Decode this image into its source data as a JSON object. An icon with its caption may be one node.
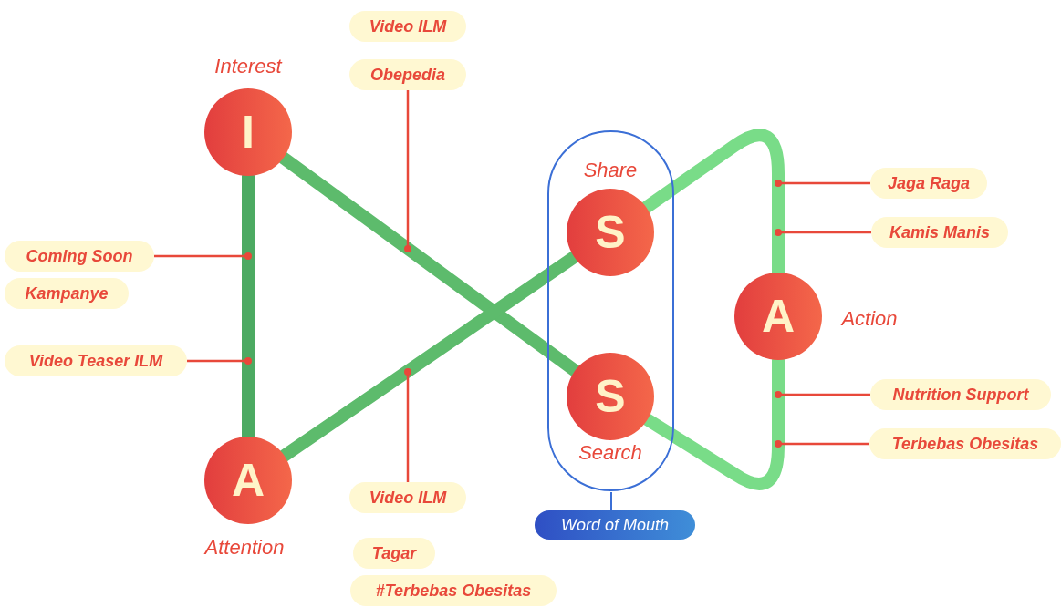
{
  "diagram": {
    "nodes": [
      {
        "text": [
          "I"
        ],
        "beside": [
          "Interest"
        ]
      },
      {
        "text": [
          "A"
        ],
        "beside": [
          "Attention"
        ]
      },
      {
        "text": [
          "Word of Mouth"
        ]
      },
      {
        "text": [
          "S"
        ],
        "beside": [
          "Share"
        ],
        "in": 2
      },
      {
        "text": [
          "S"
        ],
        "beside": [
          "Search"
        ],
        "in": 2
      },
      {
        "text": [
          "A"
        ],
        "beside": [
          "Action"
        ]
      },
      {
        "text": [
          "Video ILM"
        ]
      },
      {
        "text": [
          "Obepedia"
        ]
      },
      {
        "text": [
          "Coming Soon"
        ]
      },
      {
        "text": [
          "Kampanye"
        ]
      },
      {
        "text": [
          "Video Teaser ILM"
        ]
      },
      {
        "text": [
          "Jaga Raga"
        ]
      },
      {
        "text": [
          "Kamis Manis"
        ]
      },
      {
        "text": [
          "Nutrition Support"
        ]
      },
      {
        "text": [
          "Terbebas Obesitas"
        ]
      },
      {
        "text": [
          "Video ILM"
        ]
      },
      {
        "text": [
          "Tagar"
        ]
      },
      {
        "text": [
          "#Terbebas Obesitas"
        ]
      }
    ],
    "edges": [
      {
        "from": 0,
        "to": 1,
        "arrow": "none",
        "style": "thick",
        "color": "#4caa62"
      },
      {
        "from": 0,
        "to": 4,
        "arrow": "none",
        "style": "thick",
        "color": "#5dbb6c"
      },
      {
        "from": 1,
        "to": 3,
        "arrow": "none",
        "style": "thick",
        "color": "#5dbb6c"
      },
      {
        "from": 3,
        "to": 5,
        "arrow": "none",
        "style": "thick",
        "color": "#79dc88"
      },
      {
        "from": 4,
        "to": 5,
        "arrow": "none",
        "style": "thick",
        "color": "#79dc88"
      },
      {
        "from": 7,
        "to": null,
        "arrow": "other"
      },
      {
        "from": 8,
        "to": null,
        "arrow": "other"
      },
      {
        "from": 10,
        "to": null,
        "arrow": "other"
      },
      {
        "from": 11,
        "to": null,
        "arrow": "other"
      },
      {
        "from": 12,
        "to": null,
        "arrow": "other"
      },
      {
        "from": 13,
        "to": null,
        "arrow": "other"
      },
      {
        "from": 14,
        "to": null,
        "arrow": "other"
      },
      {
        "from": 15,
        "to": null,
        "arrow": "other"
      }
    ]
  }
}
